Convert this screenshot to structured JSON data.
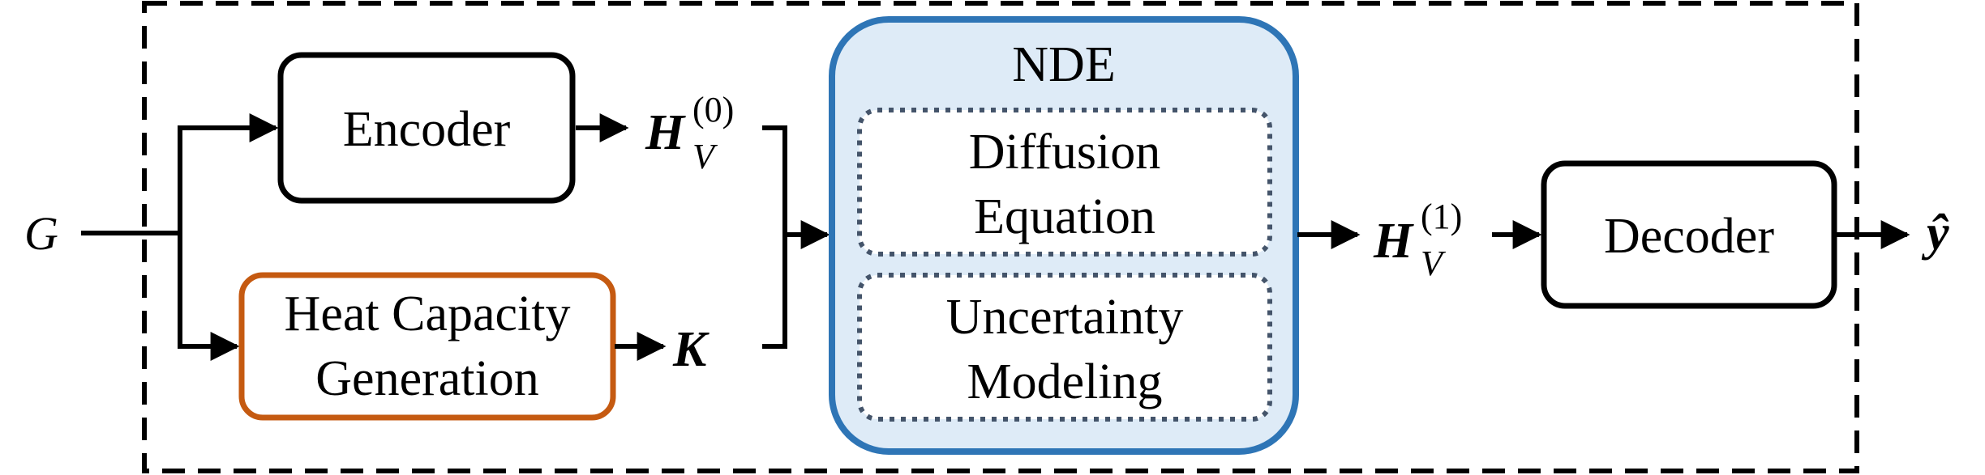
{
  "input": {
    "symbol": "G"
  },
  "encoder": {
    "label": "Encoder"
  },
  "heat_capacity": {
    "line1": "Heat Capacity",
    "line2": "Generation"
  },
  "h0": {
    "base": "H",
    "sub": "V",
    "sup": "(0)"
  },
  "k": {
    "symbol": "K"
  },
  "nde": {
    "title": "NDE",
    "diffusion": {
      "line1": "Diffusion",
      "line2": "Equation"
    },
    "uncertainty": {
      "line1": "Uncertainty",
      "line2": "Modeling"
    }
  },
  "h1": {
    "base": "H",
    "sub": "V",
    "sup": "(1)"
  },
  "decoder": {
    "label": "Decoder"
  },
  "output": {
    "symbol": "ŷ"
  },
  "colors": {
    "stroke": "#000000",
    "heat_capacity_border": "#C55A11",
    "nde_border": "#2E75B6",
    "nde_fill": "#DEEBF7",
    "inner_dotted": "#44546A"
  }
}
